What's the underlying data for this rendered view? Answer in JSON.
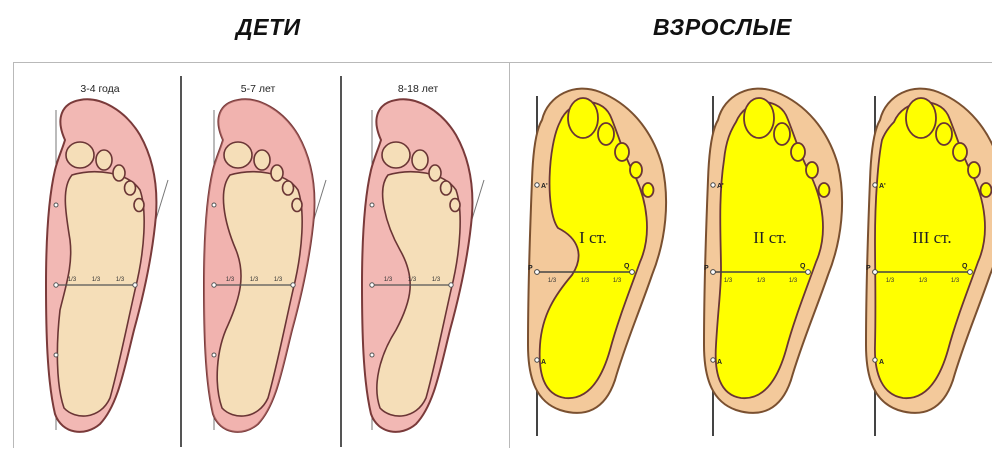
{
  "headings": {
    "children": "ДЕТИ",
    "adults": "ВЗРОСЛЫЕ"
  },
  "children": [
    {
      "age": "3-4 года",
      "thirds": [
        "1/3",
        "1/3",
        "1/3"
      ]
    },
    {
      "age": "5-7 лет",
      "thirds": [
        "1/3",
        "1/3",
        "1/3"
      ]
    },
    {
      "age": "8-18 лет",
      "thirds": [
        "1/3",
        "1/3",
        "1/3"
      ]
    }
  ],
  "adults": [
    {
      "degree": "I ст.",
      "points": {
        "top": "A'",
        "bottom": "A",
        "left": "P",
        "right": "Q"
      },
      "thirds": [
        "1/3",
        "1/3",
        "1/3"
      ]
    },
    {
      "degree": "II ст.",
      "points": {
        "top": "A'",
        "bottom": "A",
        "left": "P",
        "right": "Q"
      },
      "thirds": [
        "1/3",
        "1/3",
        "1/3"
      ]
    },
    {
      "degree": "III ст.",
      "points": {
        "top": "A'",
        "bottom": "A",
        "left": "P",
        "right": "Q"
      },
      "thirds": [
        "1/3",
        "1/3",
        "1/3"
      ]
    }
  ],
  "colors": {
    "child_outline": "#f2b8b4",
    "child_print": "#f5deb8",
    "child_arch": "#f1a9a6",
    "adult_outline": "#f3c99b",
    "adult_print": "#ffff00",
    "stroke": "#6a3535",
    "divider": "#555555"
  }
}
